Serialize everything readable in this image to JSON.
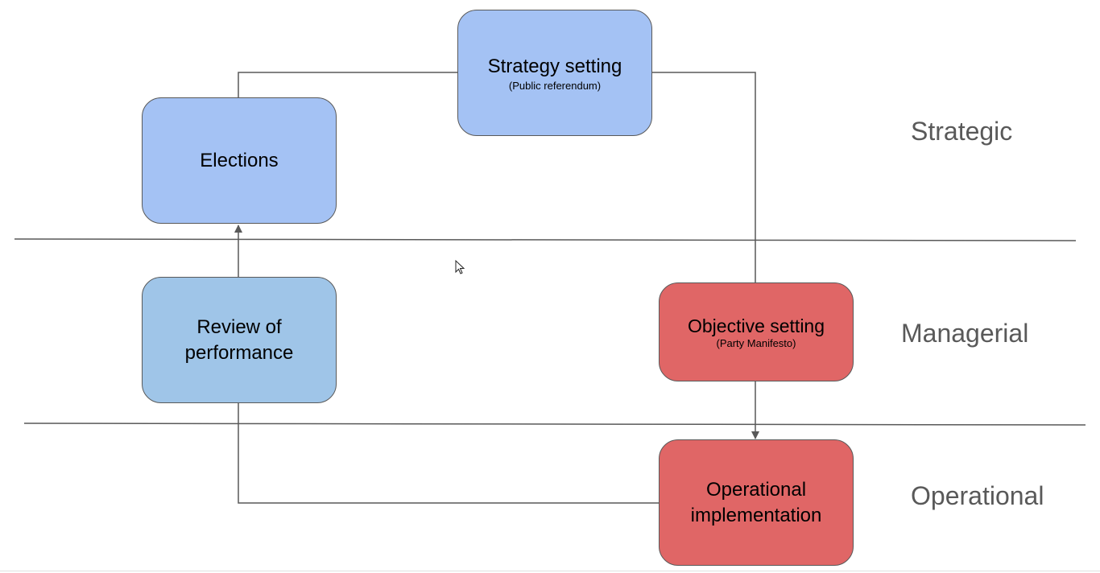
{
  "boxes": {
    "strategy": {
      "title": "Strategy setting",
      "subtitle": "(Public referendum)",
      "fill": "#a4c2f4"
    },
    "elections": {
      "title": "Elections",
      "fill": "#a4c2f4"
    },
    "review": {
      "title_line1": "Review of",
      "title_line2": "performance",
      "fill": "#9fc5e8"
    },
    "objective": {
      "title": "Objective setting",
      "subtitle": "(Party Manifesto)",
      "fill": "#e06666"
    },
    "operational": {
      "title_line1": "Operational",
      "title_line2": "implementation",
      "fill": "#e06666"
    }
  },
  "tiers": {
    "strategic": "Strategic",
    "managerial": "Managerial",
    "operational": "Operational"
  },
  "colors": {
    "line": "#595959",
    "divider": "#595959",
    "tier_text": "#595959"
  },
  "icons": [
    "mouse-cursor-icon"
  ]
}
